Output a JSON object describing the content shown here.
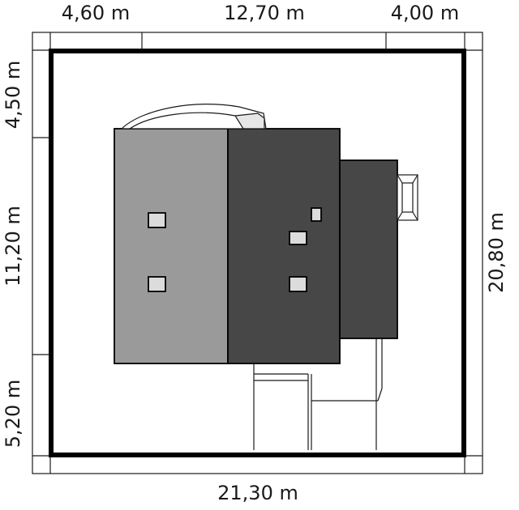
{
  "dimensions": {
    "top": [
      "4,60 m",
      "12,70 m",
      "4,00 m"
    ],
    "left": [
      "4,50 m",
      "11,20 m",
      "5,20 m"
    ],
    "right": "20,80 m",
    "bottom": "21,30 m"
  },
  "colors": {
    "plot_border": "#000000",
    "roof_light": "#9a9a9a",
    "roof_dark": "#474747",
    "roof_annex": "#474747",
    "skylight": "#dcdcdc",
    "line": "#1a1a1a"
  }
}
